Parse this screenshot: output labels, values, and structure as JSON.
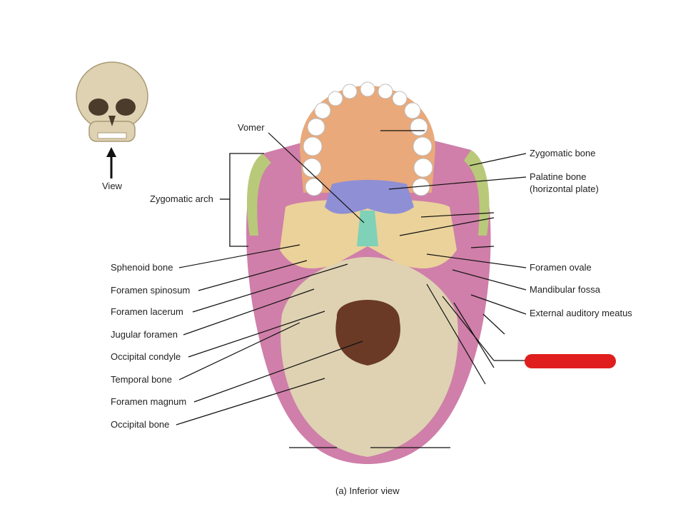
{
  "labels_left": [
    {
      "id": "sphenoid",
      "text": "Sphenoid bone"
    },
    {
      "id": "spinosum",
      "text": "Foramen spinosum"
    },
    {
      "id": "lacerum",
      "text": "Foramen lacerum"
    },
    {
      "id": "jugular",
      "text": "Jugular foramen"
    },
    {
      "id": "condyle",
      "text": "Occipital condyle"
    },
    {
      "id": "temporal",
      "text": "Temporal bone"
    },
    {
      "id": "magnum",
      "text": "Foramen magnum"
    },
    {
      "id": "occipital",
      "text": "Occipital bone"
    }
  ],
  "labels_right": [
    {
      "id": "zygomatic",
      "text": "Zygomatic bone"
    },
    {
      "id": "palatine1",
      "text": "Palatine bone"
    },
    {
      "id": "palatine2",
      "text": "(horizontal plate)"
    },
    {
      "id": "ovale",
      "text": "Foramen ovale"
    },
    {
      "id": "mandibular",
      "text": "Mandibular fossa"
    },
    {
      "id": "auditory",
      "text": "External auditory meatus"
    }
  ],
  "top_labels": {
    "vomer": "Vomer",
    "zygomatic_arch": "Zygomatic arch",
    "view": "View"
  },
  "caption": "(a) Inferior view",
  "colors": {
    "maxilla": "#e9a97a",
    "occipital": "#ded2b2",
    "temporal": "#cf7fa9",
    "sphenoid": "#ead29a",
    "zygomatic": "#b9c97a",
    "palatine": "#8f8fd6",
    "vomer": "#7fd1b8",
    "foramen_magnum": "#6a3a26",
    "teeth": "#ffffff",
    "redact": "#e01e1e"
  }
}
